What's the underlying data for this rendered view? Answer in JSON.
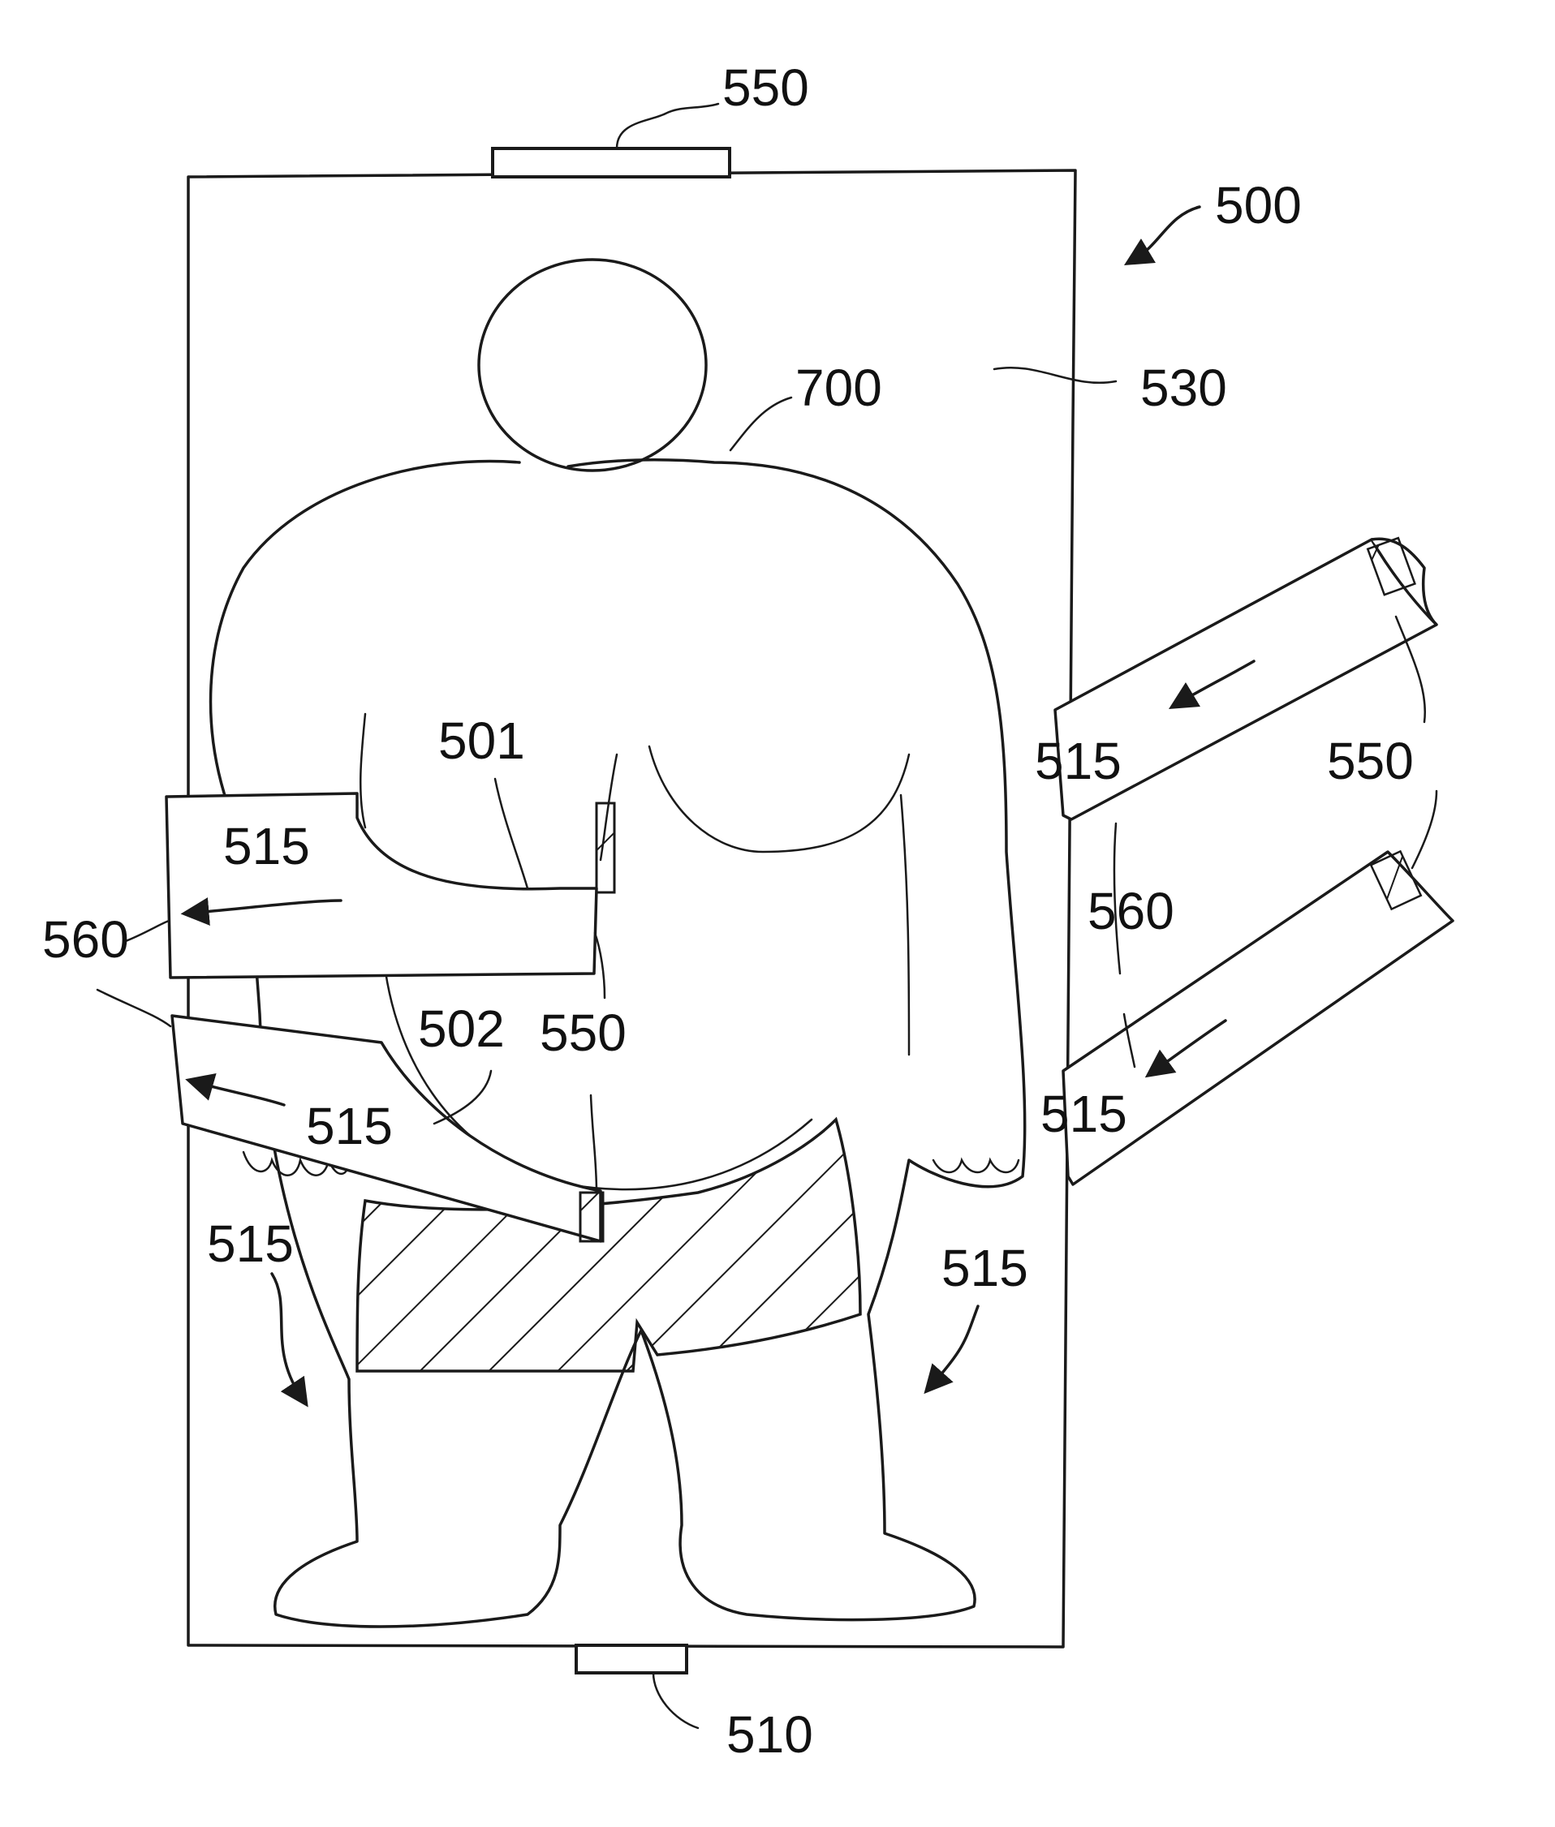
{
  "figure": {
    "labels": {
      "top_tab": "550",
      "assembly": "500",
      "sheet": "530",
      "patient": "700",
      "upper_flap_fold": "501",
      "lower_flap_fold": "502",
      "right_upper_tab": "550",
      "right_upper_edge": "515",
      "right_fold_line": "560",
      "right_lower_edge": "515",
      "left_upper_edge": "515",
      "left_fold_line": "560",
      "left_lower_edge": "515",
      "left_flap_tab": "550",
      "left_lower_sheet_edge": "515",
      "right_lower_sheet_edge": "515",
      "bottom_tab": "510"
    }
  }
}
